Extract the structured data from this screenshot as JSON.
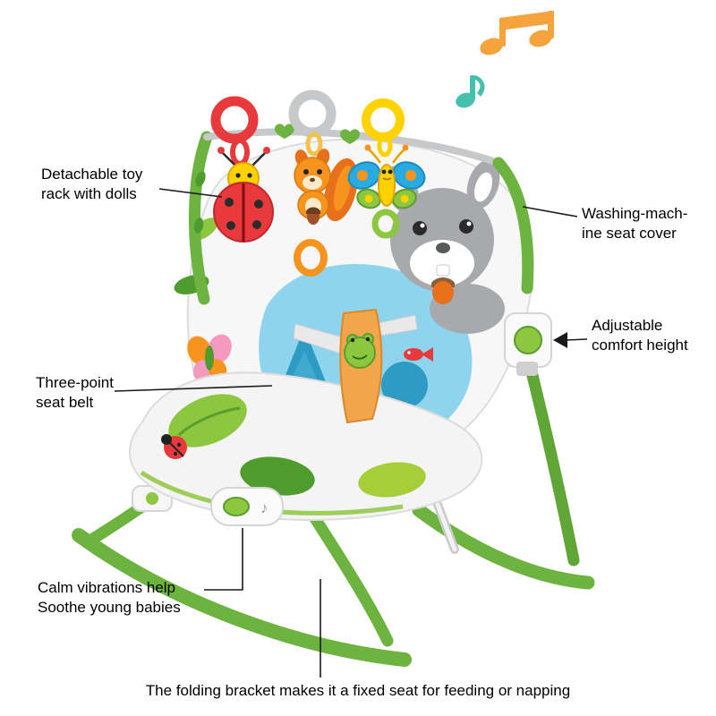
{
  "page": {
    "background": "#FFFFFF"
  },
  "annotations": {
    "toy_rack": {
      "line1": "Detachable toy",
      "line2": "rack with dolls"
    },
    "seat_cover": {
      "line1": "Washing-mach-",
      "line2": "ine seat cover"
    },
    "comfort_height": {
      "line1": "Adjustable",
      "line2": "comfort height"
    },
    "seat_belt": {
      "line1": "Three-point",
      "line2": "seat belt"
    },
    "vibrations": {
      "line1": "Calm vibrations help",
      "line2": "Soothe young babies"
    },
    "folding_bracket": {
      "text": "The folding bracket makes it a fixed seat for feeding or napping"
    }
  },
  "icons": {
    "music_notes": [
      "double-eighth-note-icon",
      "eighth-note-icon"
    ],
    "vibration_note": "♪"
  },
  "colors": {
    "frame_green": "#6CB33F",
    "leaf_green": "#8DC63F",
    "dark_green": "#4E9B2E",
    "sky_blue": "#8FD4EE",
    "tree_blue": "#2E9BC4",
    "toy_red": "#E8393D",
    "toy_orange": "#F7941D",
    "toy_yellow": "#FFD200",
    "squirrel_gray": "#A7A9AC",
    "note_orange": "#F5A33C",
    "note_teal": "#45BFAE",
    "text": "#000000"
  }
}
